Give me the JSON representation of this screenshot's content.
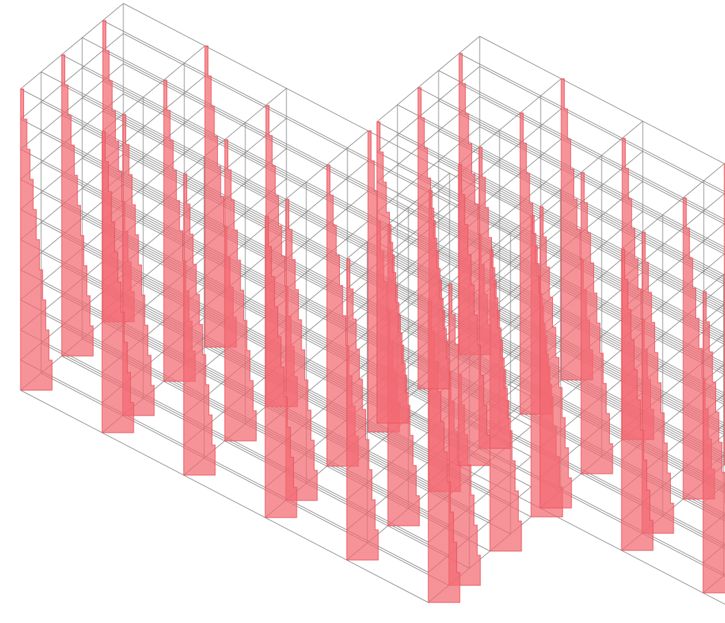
{
  "figure": {
    "kind": "3D structural frame with storey shear/drift diagrams",
    "frame_color": "#8c8c8c",
    "diagram_fill": "#f26a72",
    "diagram_fill_opacity": 0.72,
    "diagram_edge": "#e8535d",
    "storeys": 10,
    "bays_along_building": 5,
    "bays_across_building": 5,
    "building_blocks": 2
  }
}
